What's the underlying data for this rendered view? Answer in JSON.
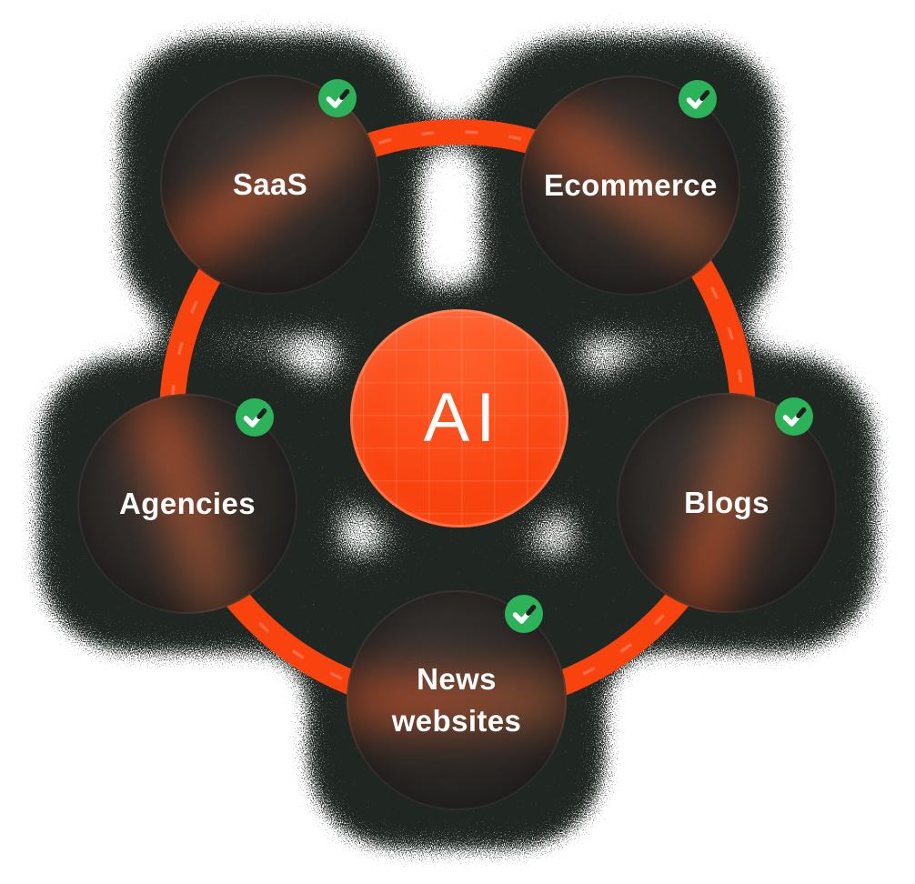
{
  "diagram": {
    "type": "hub-and-spoke",
    "center_node": {
      "label": "AI"
    },
    "nodes": [
      {
        "label": "SaaS",
        "checked": true
      },
      {
        "label": "Ecommerce",
        "checked": true
      },
      {
        "label": "Agencies",
        "checked": true
      },
      {
        "label": "Blogs",
        "checked": true
      },
      {
        "label": "News websites",
        "checked": true
      }
    ],
    "icons": {
      "badge": "checkmark-icon"
    },
    "colors": {
      "accent_orange": "#f9430f",
      "node_dark": "#2b2826",
      "badge_green": "#2cb35a",
      "check_tip_dark": "#1f1f1f",
      "text": "#ffffff",
      "background": "#ffffff"
    }
  }
}
